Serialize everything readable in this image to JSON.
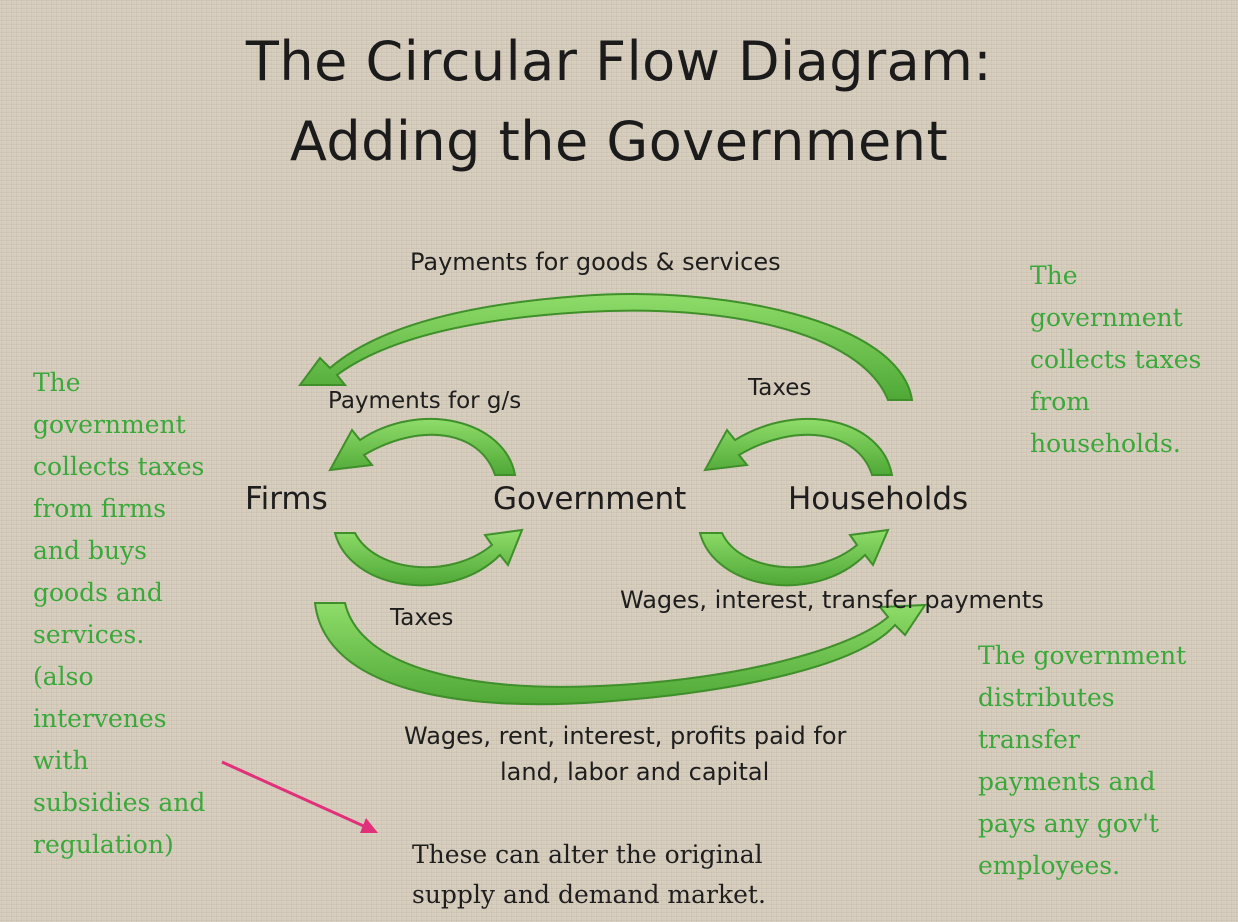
{
  "title": {
    "line1": "The Circular Flow Diagram:",
    "line2": "Adding the Government"
  },
  "nodes": {
    "firms": "Firms",
    "government": "Government",
    "households": "Households"
  },
  "flow_labels": {
    "top": "Payments for goods & services",
    "gov_to_firms": "Payments for g/s",
    "households_to_gov": "Taxes",
    "firms_to_gov": "Taxes",
    "gov_to_households": "Wages, interest, transfer payments",
    "firms_to_households_line1": "Wages, rent, interest, profits paid for",
    "firms_to_households_line2": "land, labor and capital"
  },
  "notes": {
    "left": "The\ngovernment\ncollects taxes\nfrom firms\nand buys\ngoods and\nservices.\n(also\nintervenes\nwith\nsubsidies and\nregulation)",
    "top_right": "The\ngovernment\ncollects taxes\nfrom\nhouseholds.",
    "bottom_right": "The government\ndistributes\ntransfer\npayments and\npays any gov't\nemployees.",
    "bottom_center": "These can alter the original\nsupply and demand market."
  },
  "colors": {
    "arrow_fill": "#6cc24a",
    "arrow_stroke": "#3f8f2a",
    "note_text": "#3aa83a",
    "pointer": "#e0307a"
  }
}
